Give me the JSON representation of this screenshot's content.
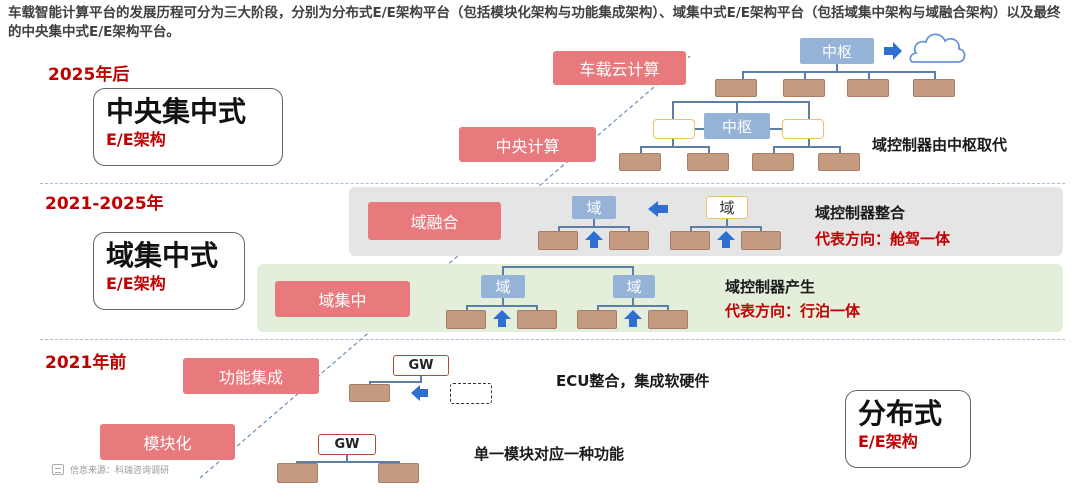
{
  "intro": "车载智能计算平台的发展历程可分为三大阶段，分别为分布式E/E架构平台（包括模块化架构与功能集成架构）、域集中式E/E架构平台（包括域集中架构与域融合架构）以及最终的中央集中式E/E架构平台。",
  "eras": {
    "after_2025": "2025年后",
    "mid": "2021-2025年",
    "before_2021": "2021年前"
  },
  "architectures": {
    "central": {
      "title": "中央集中式",
      "sub": "E/E架构"
    },
    "domain": {
      "title": "域集中式",
      "sub": "E/E架构"
    },
    "distributed": {
      "title": "分布式",
      "sub": "E/E架构"
    }
  },
  "stages": {
    "cloud": "车载云计算",
    "central_compute": "中央计算",
    "domain_fusion": "域融合",
    "domain_central": "域集中",
    "function_integration": "功能集成",
    "modular": "模块化"
  },
  "nodes": {
    "hub": "中枢",
    "domain": "域",
    "gw": "GW"
  },
  "notes": {
    "central": "域控制器由中枢取代",
    "fusion": "域控制器整合",
    "fusion_direction": "代表方向：舱驾一体",
    "domain": "域控制器产生",
    "domain_direction": "代表方向：行泊一体",
    "ecu": "ECU整合，集成软硬件",
    "modular": "单一模块对应一种功能"
  },
  "source": "信息来源：科瑞咨询调研",
  "colors": {
    "era_red": "#c00000",
    "label_pink": "#e87a7e",
    "ecu_brown": "#c49a80",
    "hub_blue": "#95b3d7",
    "arrow_blue": "#2e6fd1",
    "band_gray": "#e5e5e5",
    "band_green": "#e4efdb"
  },
  "icons": [
    "cloud-icon",
    "arrow-right-icon",
    "arrow-left-icon",
    "arrow-up-icon"
  ]
}
